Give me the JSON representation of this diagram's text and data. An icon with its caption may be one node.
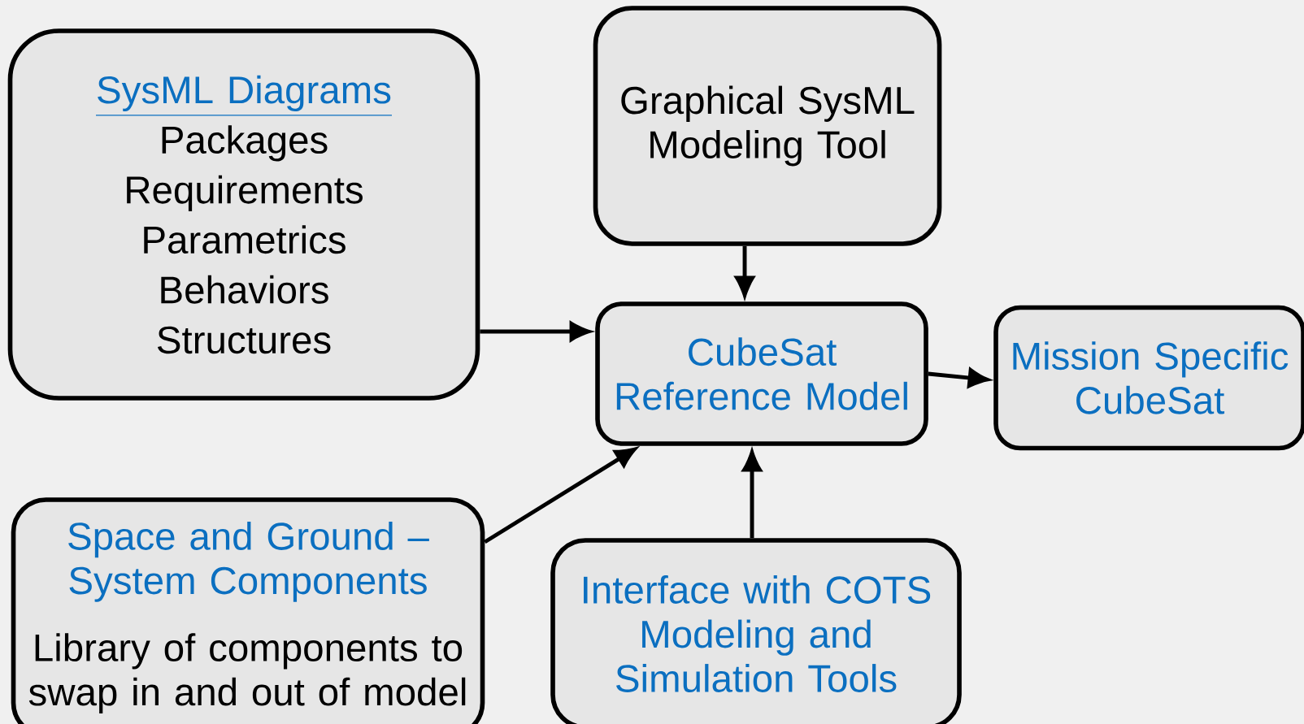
{
  "diagram": {
    "nodes": [
      {
        "text": [
          "SysML Diagrams",
          "Packages",
          "Requirements",
          "Parametrics",
          "Behaviors",
          "Structures"
        ]
      },
      {
        "text": [
          "Graphical SysML Modeling Tool"
        ]
      },
      {
        "text": [
          "CubeSat Reference Model"
        ]
      },
      {
        "text": [
          "Mission Specific CubeSat"
        ]
      },
      {
        "text": [
          "Space and Ground – System Components",
          "Library of components to swap in and out of model"
        ]
      },
      {
        "text": [
          "Interface with COTS Modeling and Simulation Tools"
        ]
      }
    ],
    "edges": [
      {
        "from": 0,
        "to": 2,
        "arrow": "to"
      },
      {
        "from": 1,
        "to": 2,
        "arrow": "to"
      },
      {
        "from": 2,
        "to": 3,
        "arrow": "to"
      },
      {
        "from": 4,
        "to": 2,
        "arrow": "to"
      },
      {
        "from": 5,
        "to": 2,
        "arrow": "to"
      }
    ]
  }
}
